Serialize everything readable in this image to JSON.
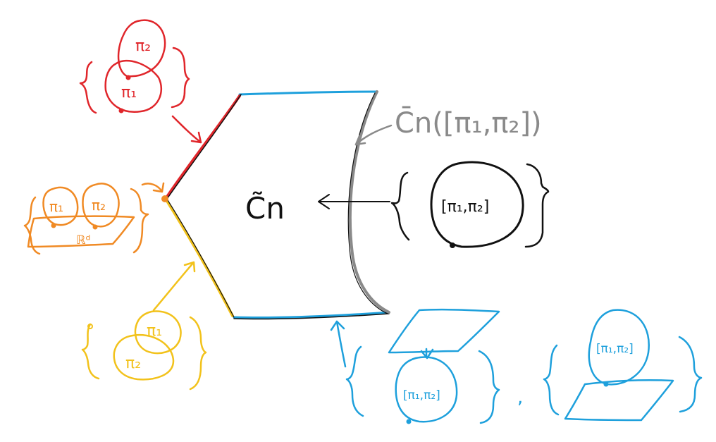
{
  "colors": {
    "red": "#e0262b",
    "orange": "#f08a24",
    "yellow": "#f2c21b",
    "blue": "#1ea0dc",
    "gray": "#8a8a8a",
    "black": "#111111"
  },
  "labels": {
    "center": "C̃n",
    "boundary": "C̄n([π₁,π₂])",
    "black_circle": "[π₁,π₂]",
    "red_top": "π₂",
    "red_bottom": "π₁",
    "orange_left": "π₁",
    "orange_right": "π₂",
    "orange_plane": "ℝᵈ",
    "yellow_top": "π₁",
    "yellow_bottom": "π₂",
    "blue_left": "[π₁,π₂]",
    "blue_right": "[π₁,π₂]",
    "comma": ","
  }
}
